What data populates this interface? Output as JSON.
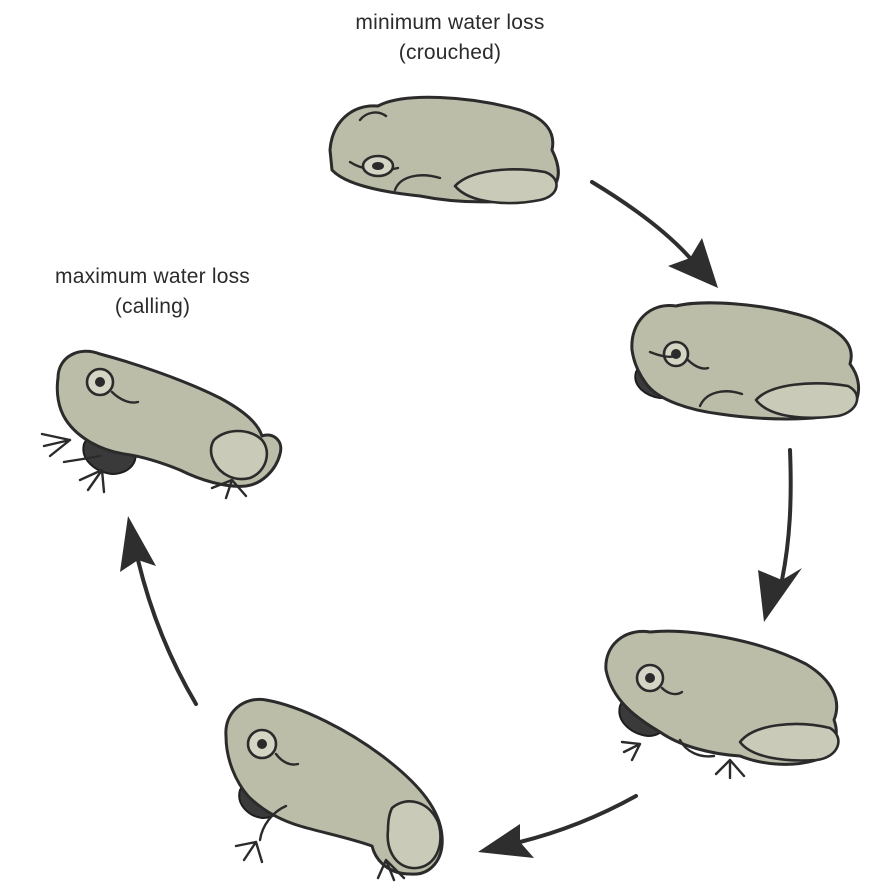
{
  "labels": {
    "minimum": {
      "line1": "minimum water loss",
      "line2": "(crouched)"
    },
    "maximum": {
      "line1": "maximum water loss",
      "line2": "(calling)"
    }
  },
  "stages": [
    {
      "posture": "crouched",
      "vocal_sac": "none"
    },
    {
      "posture": "crouched-raised",
      "vocal_sac": "small"
    },
    {
      "posture": "semi-upright",
      "vocal_sac": "medium"
    },
    {
      "posture": "upright",
      "vocal_sac": "large"
    },
    {
      "posture": "calling",
      "vocal_sac": "full"
    }
  ],
  "colors": {
    "frog": "#bcbda9",
    "outline": "#2b2b2b",
    "background": "#ffffff"
  },
  "cycle_direction": "clockwise"
}
